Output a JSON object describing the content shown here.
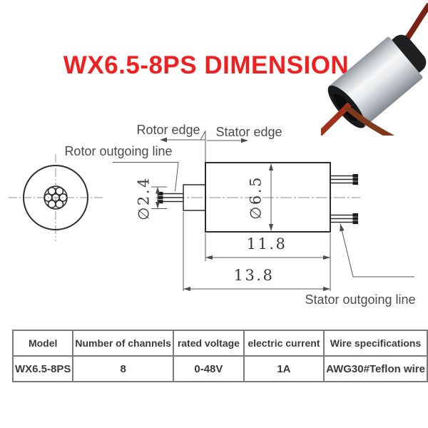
{
  "title": "WX6.5-8PS DIMENSION",
  "colors": {
    "title_red": "#ee2020",
    "object_line": "#2d2d2d",
    "dimension_line": "#5a5a5a"
  },
  "photo": {
    "name": "slip-ring-product-photo"
  },
  "drawing": {
    "labels": {
      "rotor_edge": "Rotor edge",
      "stator_edge": "Stator edge",
      "rotor_outgoing": "Rotor outgoing line",
      "stator_outgoing": "Stator outgoing line"
    },
    "dims": {
      "shaft_dia": "∅2.4",
      "body_dia": "∅6.5",
      "body_len": "11.8",
      "total_len": "13.8"
    }
  },
  "table": {
    "headers": [
      "Model",
      "Number of channels",
      "rated voltage",
      "electric current",
      "Wire specifications"
    ],
    "rows": [
      [
        "WX6.5-8PS",
        "8",
        "0-48V",
        "1A",
        "AWG30#Teflon wire"
      ]
    ]
  }
}
